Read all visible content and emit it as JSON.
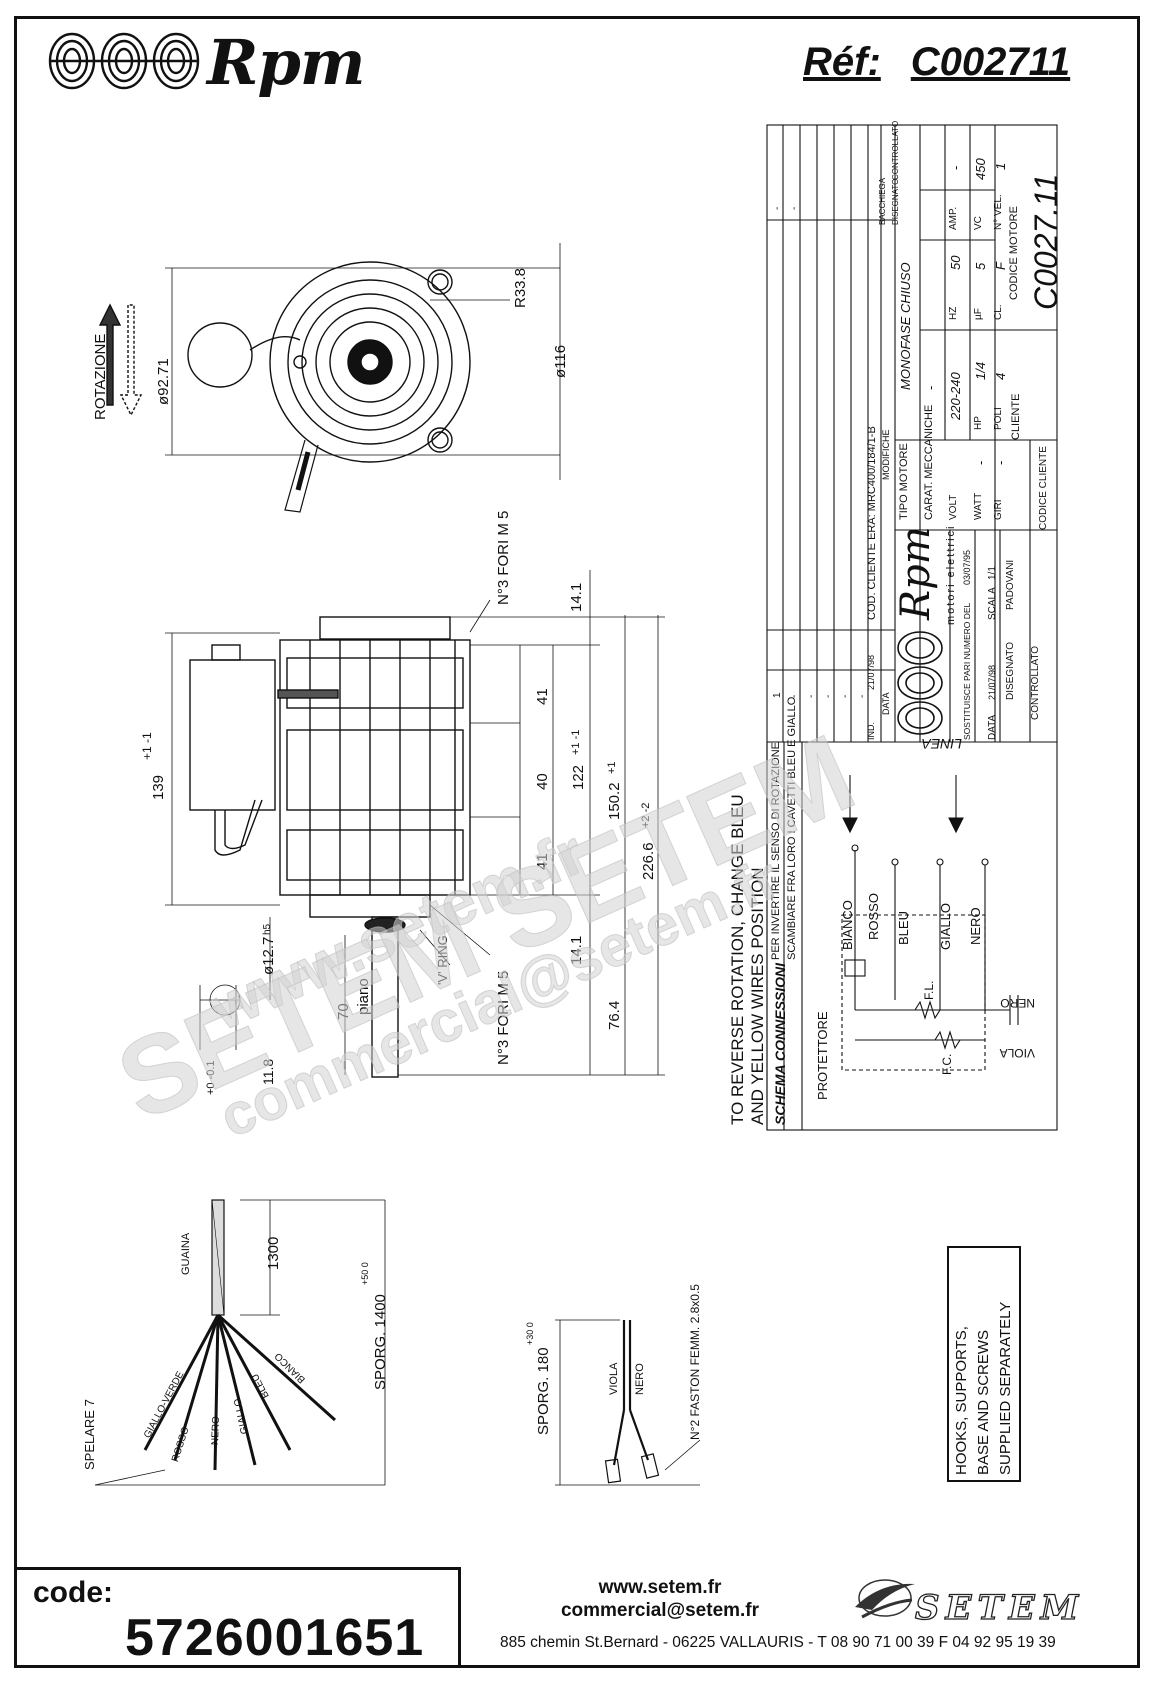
{
  "header": {
    "brand": "Rpm",
    "ref_label": "Réf:",
    "ref_value": "C002711"
  },
  "drawing": {
    "top_view": {
      "rotation_label": "ROTAZIONE",
      "dim_fan": "ø92.71",
      "dim_radius": "R33.8",
      "dim_body": "ø116"
    },
    "side_view": {
      "dim_height": "139",
      "dim_height_tol": "+1 -1",
      "dim_total": "226.6",
      "dim_total_tol": "+2 -2",
      "dim_150": "150.2",
      "dim_150_tol": "+1",
      "dim_122": "122",
      "dim_122_tol": "+1 -1",
      "dim_41a": "41",
      "dim_40": "40",
      "dim_41b": "41",
      "dim_14a": "14.1",
      "dim_14b": "14.1",
      "dim_76": "76.4",
      "dim_shaft": "ø12.7",
      "dim_shaft_tol": "h5",
      "dim_70": "70",
      "flat_label": "piano",
      "ring_label": "'V' RING",
      "holes_top": "N°3 FORI M 5",
      "holes_bottom": "N°3 FORI M 5",
      "dim_flat": "11.8",
      "dim_flat_tol": "+0 -0.1"
    },
    "notes": {
      "reverse_1": "TO REVERSE ROTATION, CHANGE BLEU",
      "reverse_2": "AND YELLOW WIRES POSITION",
      "connection_title": "SCHEMA CONNESSIONI",
      "connection_it_1": "PER INVERTIRE IL SENSO DI ROTAZIONE",
      "connection_it_2": "SCAMBIARE FRA LORO I CAVETTI BLEU E GIALLO"
    },
    "wiring": {
      "linea": "LINEA",
      "bianco": "BIANCO",
      "rosso": "ROSSO",
      "bleu": "BLEU",
      "giallo": "GIALLO",
      "nero": "NERO",
      "protettore": "PROTETTORE",
      "fl": "F.L.",
      "fc": "F.C.",
      "nero_cap": "NERO",
      "viola_cap": "VIOLA"
    },
    "title_block": {
      "rows": [
        "1",
        "-",
        "-",
        "-",
        "-",
        "-",
        "-",
        "-"
      ],
      "ind": "IND.",
      "data_col": "DATA",
      "date_1": "21/07/98",
      "cod_cliente": "COD. CLIENTE ERA: MRC400/184/1-B",
      "modifiche": "MODIFICHE",
      "bacchiega": "BACCHIEGA",
      "disegnato_col": "DISEGNATO",
      "controllato_col": "CONTROLLATO",
      "tipo_motore": "TIPO MOTORE",
      "tipo_value": "MONOFASE CHIUSO",
      "carat": "CARAT. MECCANICHE",
      "carat_value": "-",
      "volt": "VOLT",
      "volt_value": "220-240",
      "hz": "HZ",
      "hz_value": "50",
      "amp": "AMP.",
      "amp_value": "-",
      "watt": "WATT",
      "watt_value": "-",
      "hp": "HP",
      "hp_value": "1/4",
      "uf": "µF",
      "uf_value": "5",
      "vc": "VC",
      "vc_value": "450",
      "giri": "GIRI",
      "giri_value": "-",
      "poli": "POLI",
      "poli_value": "4",
      "cl": "CL.",
      "cl_value": "F",
      "nvel": "N° VEL.",
      "nvel_value": "1",
      "cliente": "CLIENTE",
      "codice_motore": "CODICE MOTORE",
      "codice_motore_value": "C0027.11",
      "codice_cliente": "CODICE CLIENTE",
      "rpm_logo": "Rpm",
      "rpm_sub": "motori elettrici",
      "sostituisce": "SOSTITUISCE PARI NUMERO DEL",
      "sostituisce_date": "03/07/95",
      "data_label": "DATA",
      "data_value": "21/07/98",
      "scala": "SCALA",
      "scala_value": "1/1",
      "disegnato": "DISEGNATO",
      "disegnato_value": "PADOVANI",
      "controllato": "CONTROLLATO"
    },
    "cable_1": {
      "guaina": "GUAINA",
      "dim_1300": "1300",
      "sporg": "SPORG. 1400",
      "sporg_tol": "+50 0",
      "spelare": "SPELARE 7",
      "giallo_verde": "GIALLO-VERDE",
      "rosso": "ROSSO",
      "nero": "NERO",
      "giallo": "GIALLO",
      "bleu": "BLEU",
      "bianco": "BIANCO"
    },
    "cable_2": {
      "sporg": "SPORG. 180",
      "sporg_tol": "+30 0",
      "viola": "VIOLA",
      "nero": "NERO",
      "faston": "N°2 FASTON FEMM. 2.8x0.5"
    },
    "supplied_note": [
      "HOOKS, SUPPORTS,",
      "BASE AND SCREWS",
      "SUPPLIED SEPARATELY"
    ]
  },
  "watermark": {
    "line1": "www.setem.fr",
    "line2": "SETEM SETEM",
    "line3": "commercial@setem.fr"
  },
  "footer": {
    "code_label": "code:",
    "code_value": "5726001651",
    "website": "www.setem.fr",
    "email": "commercial@setem.fr",
    "company": "SETEM",
    "address": "885 chemin St.Bernard  -  06225 VALLAURIS  -  T 08 90 71 00 39   F 04 92 95 19 39"
  }
}
